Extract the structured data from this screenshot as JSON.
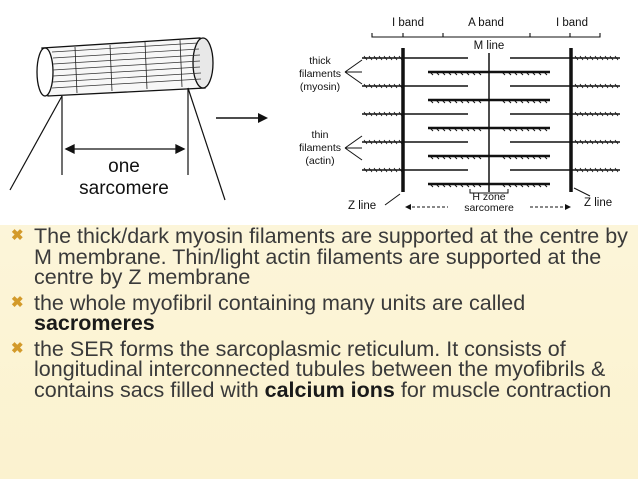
{
  "diagram": {
    "one_label": "one",
    "sarcomere_label": "sarcomere",
    "i_band_left": "I band",
    "a_band": "A band",
    "i_band_right": "I band",
    "m_line": "M line",
    "thick_label": [
      "thick",
      "filaments",
      "(myosin)"
    ],
    "thin_label": [
      "thin",
      "filaments",
      "(actin)"
    ],
    "z_line_left": "Z line",
    "h_zone": [
      "H zone"
    ],
    "sarcomere_small": "sarcomere",
    "z_line_right": "Z line"
  },
  "bullets": [
    {
      "icon": "x-bullet-icon",
      "text": "The thick/dark myosin filaments are supported at the centre by M membrane. Thin/light actin filaments are supported at the centre by Z membrane"
    },
    {
      "icon": "x-bullet-icon",
      "text_before": "the whole myofibril containing many units are called ",
      "bold": "sacromeres"
    },
    {
      "icon": "x-bullet-icon",
      "text_before": "the SER forms the sarcoplasmic reticulum. It consists of longitudinal interconnected tubules between the myofibrils & contains sacs filled with ",
      "bold": "calcium ions",
      "text_after": " for muscle contraction"
    }
  ],
  "colors": {
    "bullet": "#d39a2a",
    "text": "#3a3a3a",
    "background": "#fcf5d8"
  }
}
